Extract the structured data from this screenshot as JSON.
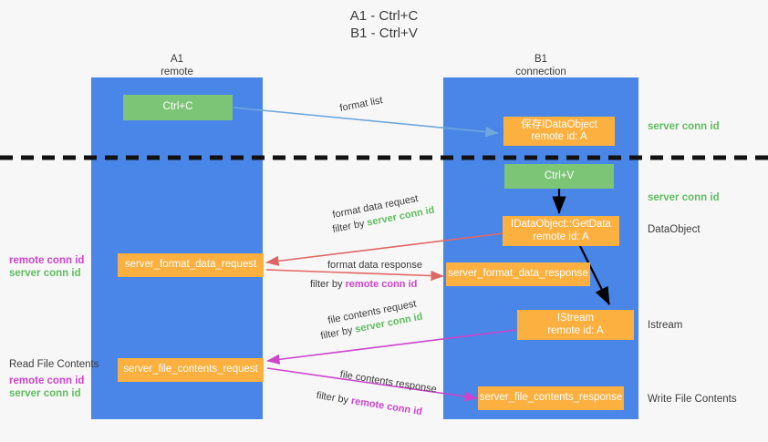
{
  "title": {
    "line1": "A1 - Ctrl+C",
    "line2": "B1 - Ctrl+V"
  },
  "lanes": [
    {
      "id": "a1",
      "name": "A1",
      "sub": "remote",
      "color": "#4a86e8"
    },
    {
      "id": "b1",
      "name": "B1",
      "sub": "connection",
      "color": "#4a86e8"
    }
  ],
  "colors": {
    "lane": "#4a86e8",
    "green_box": "#7cc576",
    "orange_box": "#fbb040",
    "green_text": "#5fbd5f",
    "magenta_text": "#cc44cc",
    "blue_arrow": "#6fa8dc",
    "red_arrow": "#e06666",
    "magenta_arrow": "#cc44cc",
    "black_arrow": "#000000",
    "background": "#f7f7f7"
  },
  "boxes": {
    "ctrl_c": {
      "line1": "Ctrl+C",
      "line2": ""
    },
    "save_idataobject": {
      "line1": "保存IDataObject",
      "line2": "remote id: A"
    },
    "ctrl_v": {
      "line1": "Ctrl+V",
      "line2": ""
    },
    "getdata": {
      "line1": "IDataObject::GetData",
      "line2": "remote id: A"
    },
    "istream": {
      "line1": "IStream",
      "line2": "remote id: A"
    },
    "server_format_data_request": {
      "line1": "server_format_data_request",
      "line2": ""
    },
    "server_format_data_response": {
      "line1": "server_format_data_response",
      "line2": ""
    },
    "server_file_contents_request": {
      "line1": "server_file_contents_request",
      "line2": ""
    },
    "server_file_contents_response": {
      "line1": "server_file_contents_response",
      "line2": ""
    }
  },
  "right_labels": {
    "server_conn_id_1": "server conn id",
    "server_conn_id_2": "server conn id",
    "dataobject": "DataObject",
    "istream": "Istream",
    "write_file_contents": "Write File Contents"
  },
  "left_labels": {
    "remote_conn_id_1": "remote conn id",
    "server_conn_id_1": "server conn id",
    "read_file_contents": "Read File Contents",
    "remote_conn_id_2": "remote conn id",
    "server_conn_id_2": "server conn id"
  },
  "annotations": {
    "format_list": "format list",
    "format_data_request": "format data request",
    "filter_by_1_pre": "filter by ",
    "filter_by_1_key": "server conn id",
    "format_data_response": "format data response",
    "filter_by_2_pre": "filter by ",
    "filter_by_2_key": "remote conn id",
    "file_contents_request": "file contents request",
    "filter_by_3_pre": "filter by ",
    "filter_by_3_key": "server conn id",
    "file_contents_response": "file contents response",
    "filter_by_4_pre": "filter by ",
    "filter_by_4_key": "remote conn id"
  }
}
